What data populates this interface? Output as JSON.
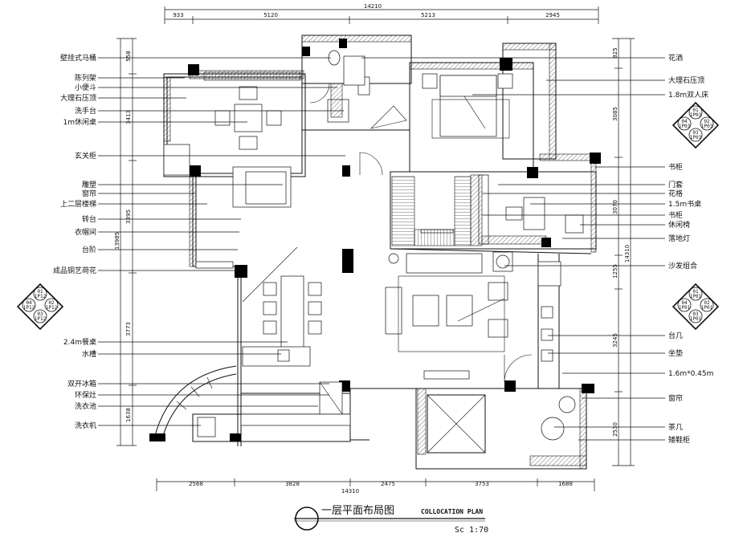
{
  "title": {
    "main": "一层平面布局图",
    "english": "COLLOCATION PLAN",
    "scale": "Sc 1:70"
  },
  "dimensions": {
    "top_total": "14210",
    "top": [
      "933",
      "5120",
      "5213",
      "2945"
    ],
    "bottom_total": "14310",
    "bottom": [
      "2568",
      "3828",
      "2475",
      "3753",
      "1688"
    ],
    "left_total": "13985",
    "left": [
      "558",
      "3413",
      "3395",
      "3773",
      "1638"
    ],
    "right_total": "14310",
    "right": [
      "825",
      "3085",
      "3070",
      "1255",
      "3245",
      "2530"
    ]
  },
  "labels_left": [
    "壁挂式马桶",
    "陈列架",
    "小便斗",
    "大理石压顶",
    "洗手台",
    "1m休闲桌",
    "玄关柜",
    "雕塑",
    "窗帘",
    "上二层楼梯",
    "转台",
    "衣帽间",
    "台阶",
    "成品铜艺荷花",
    "2.4m餐桌",
    "水槽",
    "双开冰箱",
    "环保灶",
    "洗衣池",
    "洗衣机"
  ],
  "labels_right": [
    "花洒",
    "大理石压顶",
    "1.8m双人床",
    "书柜",
    "门套",
    "花格",
    "1.5m书桌",
    "书柜",
    "休闲椅",
    "落地灯",
    "沙发组合",
    "台几",
    "坐垫",
    "1.6m*0.45m",
    "窗帘",
    "茶几",
    "矮鞋柜"
  ],
  "index_symbols": [
    {
      "tl": "01",
      "l": "04",
      "c": "1P12",
      "r": "02",
      "b": "03",
      "tag_l": "1P12",
      "tag_r": "1P12",
      "tag_b": "1P12"
    },
    {
      "tl": "01",
      "l": "04",
      "c": "1P03",
      "r": "02",
      "b": "03",
      "tag_l": "1P03",
      "tag_r": "1P03",
      "tag_b": "1P03"
    },
    {
      "tl": "01",
      "l": "04",
      "c": "1P01",
      "r": "02",
      "b": "03",
      "tag_l": "1P01",
      "tag_r": "1P01",
      "tag_b": "1P01"
    }
  ]
}
